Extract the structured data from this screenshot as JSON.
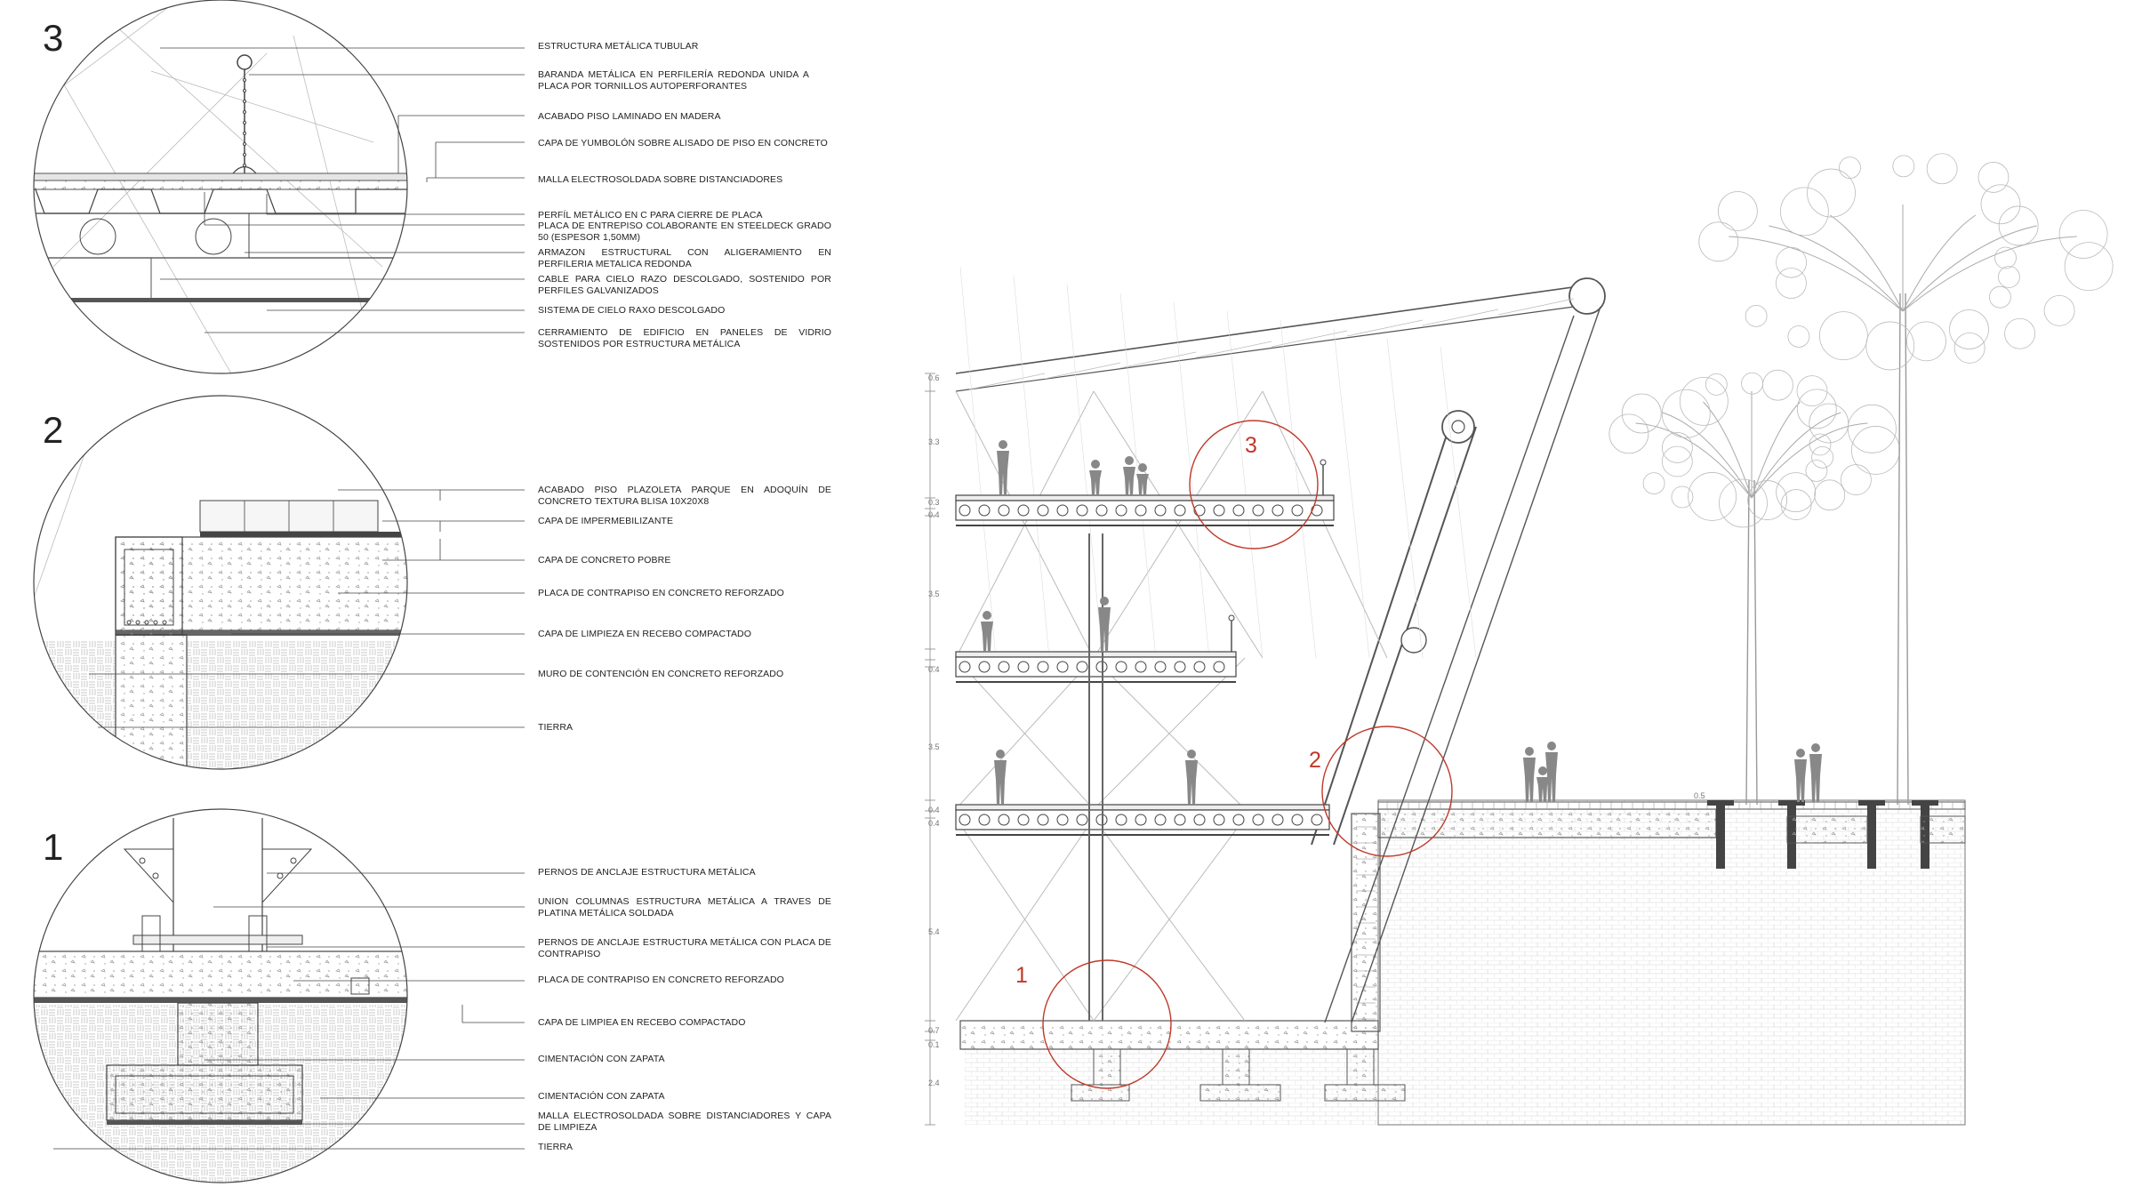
{
  "details": [
    {
      "number": "3",
      "labels": [
        "ESTRUCTURA METÁLICA TUBULAR",
        "BARANDA METÁLICA EN PERFILERÍA REDONDA UNIDA A PLACA POR TORNILLOS AUTOPERFORANTES",
        "ACABADO PISO LAMINADO EN MADERA",
        "CAPA DE YUMBOLÓN SOBRE ALISADO DE PISO EN CONCRETO",
        "MALLA ELECTROSOLDADA SOBRE DISTANCIADORES",
        "PERFÍL METÁLICO EN C PARA CIERRE DE PLACA",
        "PLACA DE ENTREPISO COLABORANTE EN STEELDECK GRADO 50 (ESPESOR 1,50mm)",
        "ARMAZON ESTRUCTURAL CON ALIGERAMIENTO EN PERFILERIA METALICA REDONDA",
        "CABLE PARA CIELO RAZO DESCOLGADO, SOSTENIDO POR PERFILES GALVANIZADOS",
        "SISTEMA DE CIELO RAXO DESCOLGADO",
        "CERRAMIENTO DE EDIFICIO EN PANELES DE VIDRIO SOSTENIDOS POR ESTRUCTURA METÁLICA"
      ]
    },
    {
      "number": "2",
      "labels": [
        "ACABADO PISO PLAZOLETA PARQUE EN ADOQUÍN DE CONCRETO TEXTURA BLISA 10X20X8",
        "CAPA DE IMPERMEBILIZANTE",
        "CAPA DE CONCRETO POBRE",
        "PLACA DE CONTRAPISO EN CONCRETO REFORZADO",
        "CAPA DE LIMPIEZA EN RECEBO COMPACTADO",
        "MURO DE CONTENCIÓN EN CONCRETO REFORZADO",
        "TIERRA"
      ]
    },
    {
      "number": "1",
      "labels": [
        "PERNOS DE ANCLAJE ESTRUCTURA METÁLICA",
        "UNION COLUMNAS ESTRUCTURA METÁLICA A TRAVES DE PLATINA METÁLICA SOLDADA",
        "PERNOS DE ANCLAJE ESTRUCTURA METÁLICA CON PLACA DE CONTRAPISO",
        "PLACA DE CONTRAPISO EN CONCRETO REFORZADO",
        "CAPA DE LIMPIEA EN RECEBO COMPACTADO",
        "CIMENTACIÓN CON ZAPATA",
        "CIMENTACIÓN CON ZAPATA",
        "MALLA ELECTROSOLDADA SOBRE DISTANCIADORES Y CAPA DE LIMPIEZA",
        "TIERRA"
      ]
    }
  ],
  "section": {
    "callouts": [
      "3",
      "2",
      "1"
    ],
    "dimensions": [
      "0.6",
      "3.3",
      "0.3",
      "0.4",
      "3.5",
      "0.4",
      "3.5",
      "0.4",
      "0.4",
      "5.4",
      "0.7",
      "0.1",
      "2.4"
    ],
    "plaza_dimension": "0.5"
  },
  "colors": {
    "ink": "#222222",
    "line": "#555555",
    "callout": "#c0392b",
    "hatch": "#bdbdbd"
  }
}
